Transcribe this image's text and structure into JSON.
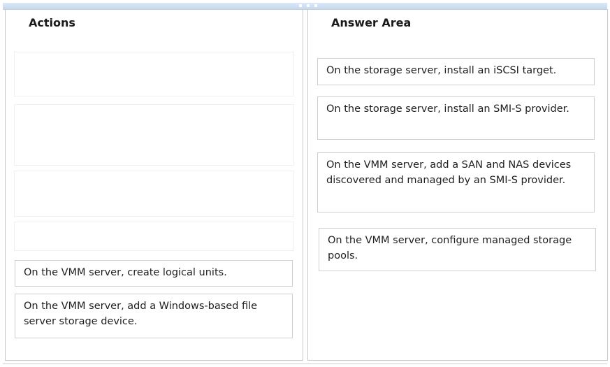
{
  "actions_panel": {
    "title": "Actions",
    "items": [
      {
        "text": "On the VMM server, create logical units."
      },
      {
        "text": "On the VMM server, add a Windows-based file server storage device."
      }
    ]
  },
  "answer_panel": {
    "title": "Answer Area",
    "items": [
      {
        "text": "On the storage server, install an iSCSI target."
      },
      {
        "text": "On the storage server, install an SMI-S provider."
      },
      {
        "text": "On the VMM server, add a SAN and NAS devices discovered and managed by an SMI-S provider."
      },
      {
        "text": "On the VMM server, configure managed storage pools."
      }
    ]
  }
}
